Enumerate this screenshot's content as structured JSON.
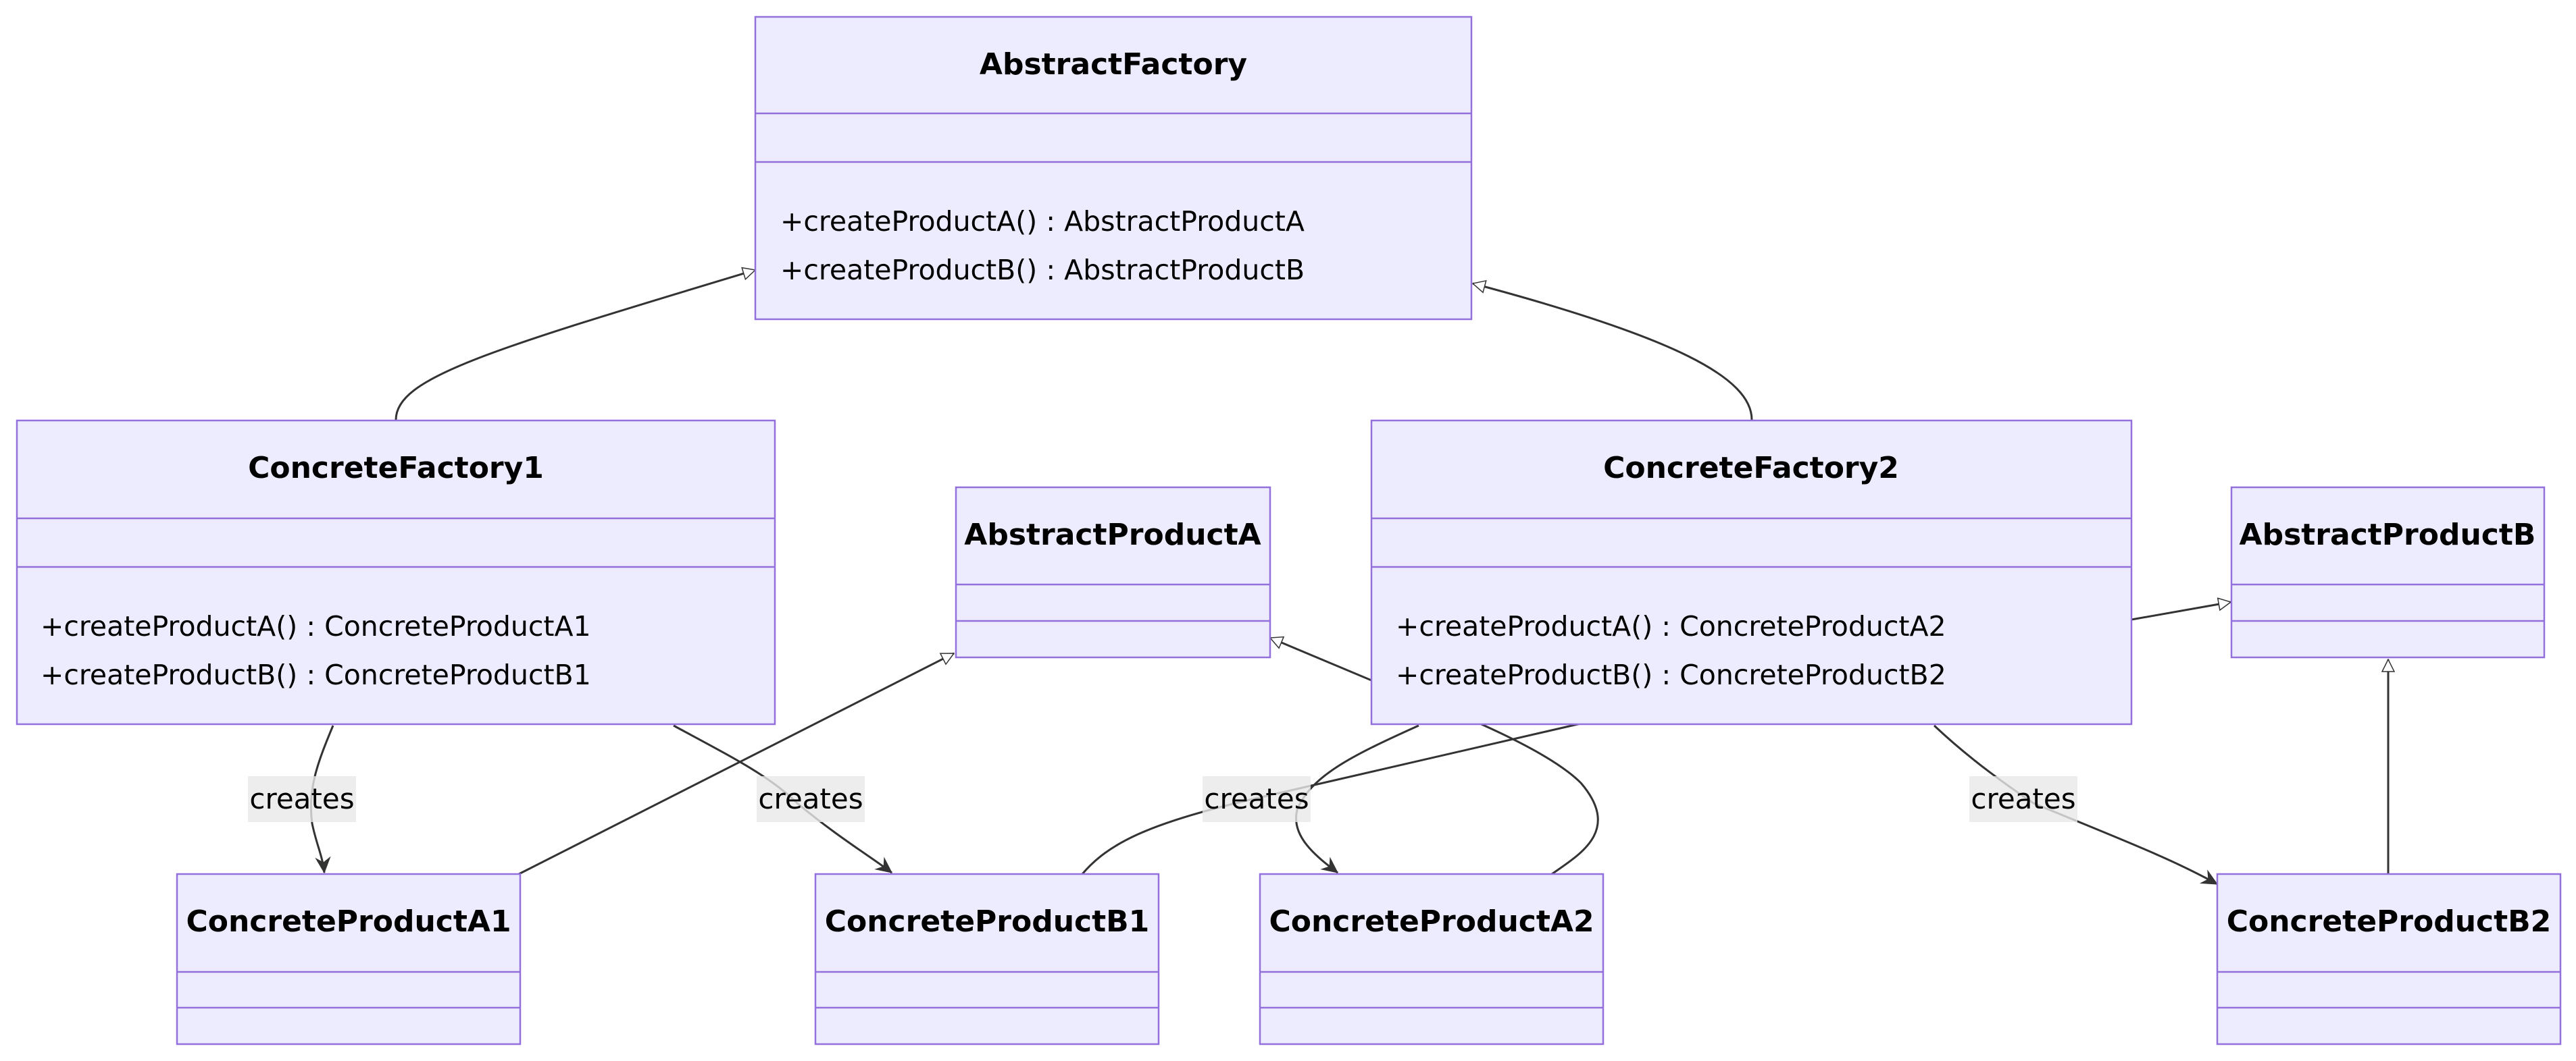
{
  "classes": {
    "abstract_factory": {
      "name": "AbstractFactory",
      "members": [
        "+createProductA() : AbstractProductA",
        "+createProductB() : AbstractProductB"
      ]
    },
    "concrete_factory1": {
      "name": "ConcreteFactory1",
      "members": [
        "+createProductA() : ConcreteProductA1",
        "+createProductB() : ConcreteProductB1"
      ]
    },
    "concrete_factory2": {
      "name": "ConcreteFactory2",
      "members": [
        "+createProductA() : ConcreteProductA2",
        "+createProductB() : ConcreteProductB2"
      ]
    },
    "abstract_product_a": {
      "name": "AbstractProductA",
      "members": []
    },
    "abstract_product_b": {
      "name": "AbstractProductB",
      "members": []
    },
    "concrete_product_a1": {
      "name": "ConcreteProductA1",
      "members": []
    },
    "concrete_product_b1": {
      "name": "ConcreteProductB1",
      "members": []
    },
    "concrete_product_a2": {
      "name": "ConcreteProductA2",
      "members": []
    },
    "concrete_product_b2": {
      "name": "ConcreteProductB2",
      "members": []
    }
  },
  "relations": [
    {
      "from": "ConcreteFactory1",
      "to": "AbstractFactory",
      "type": "inheritance"
    },
    {
      "from": "ConcreteFactory2",
      "to": "AbstractFactory",
      "type": "inheritance"
    },
    {
      "from": "ConcreteProductA1",
      "to": "AbstractProductA",
      "type": "inheritance"
    },
    {
      "from": "ConcreteProductA2",
      "to": "AbstractProductA",
      "type": "inheritance"
    },
    {
      "from": "ConcreteProductB1",
      "to": "AbstractProductB",
      "type": "inheritance"
    },
    {
      "from": "ConcreteProductB2",
      "to": "AbstractProductB",
      "type": "inheritance"
    },
    {
      "from": "ConcreteFactory1",
      "to": "ConcreteProductA1",
      "type": "association",
      "label": "creates"
    },
    {
      "from": "ConcreteFactory1",
      "to": "ConcreteProductB1",
      "type": "association",
      "label": "creates"
    },
    {
      "from": "ConcreteFactory2",
      "to": "ConcreteProductA2",
      "type": "association",
      "label": "creates"
    },
    {
      "from": "ConcreteFactory2",
      "to": "ConcreteProductB2",
      "type": "association",
      "label": "creates"
    }
  ],
  "edge_labels": {
    "cf1_a1": "creates",
    "cf1_b1": "creates",
    "cf2_a2": "creates",
    "cf2_b2": "creates"
  },
  "colors": {
    "class_fill": "#ececfe",
    "class_border": "#9370db",
    "edge": "#333333",
    "label_background": "#e8e8e8"
  }
}
